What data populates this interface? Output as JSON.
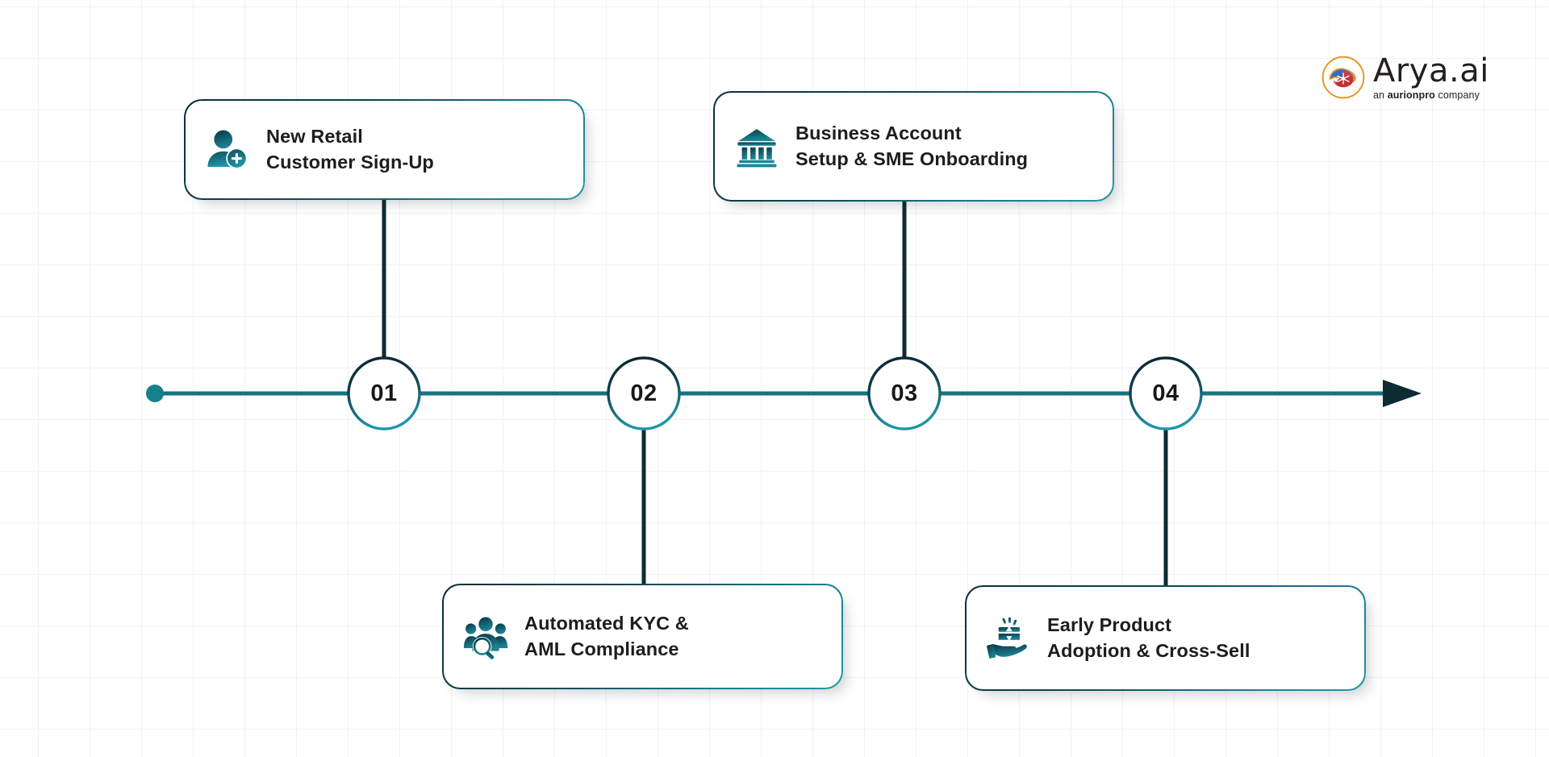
{
  "brand": {
    "name": "Arya.ai",
    "tagline_prefix": "an ",
    "tagline_bold": "aurionpro",
    "tagline_suffix": " company",
    "logo_icon": "arya-brain-logo-icon",
    "colors": {
      "teal": "#1b7f90",
      "deep_navy": "#0b2e38",
      "accent_red": "#d23b3b",
      "accent_blue": "#2e6fc4",
      "accent_orange": "#e2952a"
    }
  },
  "diagram": {
    "type": "horizontal-timeline",
    "axis": {
      "start_marker": "dot",
      "end_marker": "arrow",
      "line_color": "#16737f",
      "arrow_color": "#0d2b33"
    },
    "steps": [
      {
        "number": "01",
        "position": "above",
        "icon": "user-add-icon",
        "title_line1": "New Retail",
        "title_line2": "Customer Sign-Up"
      },
      {
        "number": "02",
        "position": "below",
        "icon": "people-magnifier-icon",
        "title_line1": "Automated KYC &",
        "title_line2": "AML Compliance"
      },
      {
        "number": "03",
        "position": "above",
        "icon": "bank-building-icon",
        "title_line1": "Business Account",
        "title_line2": "Setup & SME Onboarding"
      },
      {
        "number": "04",
        "position": "below",
        "icon": "hand-gift-box-icon",
        "title_line1": "Early Product",
        "title_line2": "Adoption & Cross-Sell"
      }
    ]
  }
}
